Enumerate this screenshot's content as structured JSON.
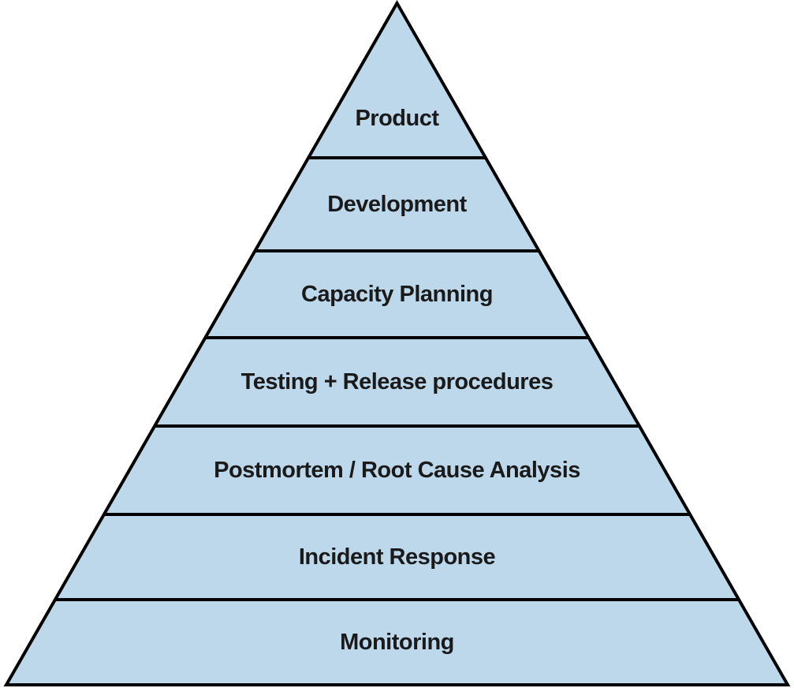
{
  "diagram": {
    "type": "pyramid",
    "description_layers_top_to_bottom": [
      "Product",
      "Development",
      "Capacity Planning",
      "Testing + Release procedures",
      "Postmortem / Root Cause Analysis",
      "Incident Response",
      "Monitoring"
    ],
    "layers": [
      {
        "label": "Product"
      },
      {
        "label": "Development"
      },
      {
        "label": "Capacity Planning"
      },
      {
        "label": "Testing + Release procedures"
      },
      {
        "label": "Postmortem / Root Cause Analysis"
      },
      {
        "label": "Incident Response"
      },
      {
        "label": "Monitoring"
      }
    ],
    "colors": {
      "fill": "#bdd8eb",
      "stroke": "#000000",
      "text": "#1a1a1a",
      "background": "#ffffff"
    }
  }
}
